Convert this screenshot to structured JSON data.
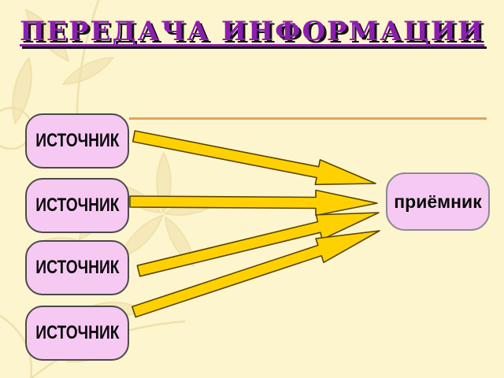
{
  "slide": {
    "title": "ПЕРЕДАЧА ИНФОРМАЦИИ",
    "sources": [
      {
        "label": "ИСТОЧНИК"
      },
      {
        "label": "ИСТОЧНИК"
      },
      {
        "label": "ИСТОЧНИК"
      },
      {
        "label": "ИСТОЧНИК"
      }
    ],
    "receiver": {
      "label": "приёмник"
    },
    "arrows": [
      {
        "from": "source-1",
        "to": "receiver"
      },
      {
        "from": "source-2",
        "to": "receiver"
      },
      {
        "from": "source-3",
        "to": "receiver"
      },
      {
        "from": "source-4",
        "to": "receiver"
      }
    ],
    "colors": {
      "background": "#FCF5CE",
      "pattern": "#EDD89C",
      "title": "#8C1EB0",
      "title_shadow": "#141414",
      "divider": "#E3A25C",
      "box_fill": "#F6C9F3",
      "box_border": "#4A4A4A",
      "receiver_border": "#8A8A98",
      "arrow_fill": "#FFD103",
      "arrow_outline": "#5A4500",
      "label_text": "#0A0A0A"
    }
  }
}
